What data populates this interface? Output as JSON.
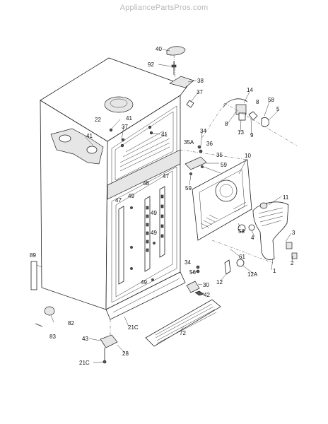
{
  "header": {
    "site": "AppliancePartsPros.com"
  },
  "diagram": {
    "callouts": [
      "40",
      "92",
      "38",
      "37",
      "14",
      "58",
      "8",
      "5",
      "22",
      "41",
      "37",
      "41",
      "41",
      "13",
      "8",
      "9",
      "34",
      "36",
      "35A",
      "35",
      "59",
      "10",
      "59",
      "47",
      "47",
      "48",
      "49",
      "49",
      "11",
      "3",
      "49",
      "58",
      "4",
      "89",
      "2",
      "61",
      "34",
      "56",
      "12A",
      "1",
      "49",
      "30",
      "12",
      "42",
      "82",
      "21C",
      "83",
      "72",
      "43",
      "28",
      "21C"
    ]
  }
}
